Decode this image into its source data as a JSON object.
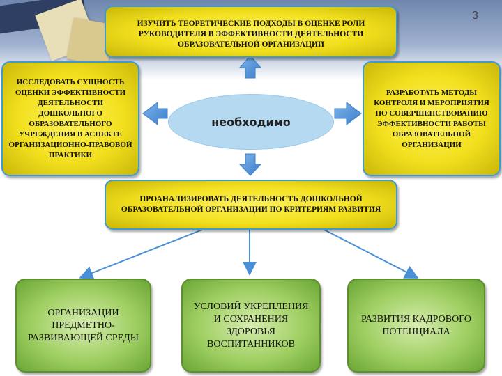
{
  "page_number": "3",
  "center_label": "необходимо",
  "top_box": "ИЗУЧИТЬ ТЕОРЕТИЧЕСКИЕ ПОДХОДЫ В ОЦЕНКЕ РОЛИ РУКОВОДИТЕЛЯ В ЭФФЕКТИВНОСТИ ДЕЯТЕЛЬНОСТИ ОБРАЗОВАТЕЛЬНОЙ ОРГАНИЗАЦИИ",
  "left_box": "ИССЛЕДОВАТЬ СУЩНОСТЬ ОЦЕНКИ ЭФФЕКТИВНОСТИ ДЕЯТЕЛЬНОСТИ ДОШКОЛЬНОГО ОБРАЗОВАТЕЛЬНОГО УЧРЕЖДЕНИЯ В АСПЕКТЕ ОРГАНИЗАЦИОННО-ПРАВОВОЙ ПРАКТИКИ",
  "right_box": "РАЗРАБОТАТЬ МЕТОДЫ КОНТРОЛЯ И МЕРОПРИЯТИЯ ПО СОВЕРШЕНСТВОВАНИЮ ЭФФЕКТИВНОСТИ РАБОТЫ ОБРАЗОВАТЕЛЬНОЙ ОРГАНИЗАЦИИ",
  "bottom_box": "ПРОАНАЛИЗИРОВАТЬ ДЕЯТЕЛЬНОСТЬ ДОШКОЛЬНОЙ ОБРАЗОВАТЕЛЬНОЙ ОРГАНИЗАЦИИ ПО КРИТЕРИЯМ РАЗВИТИЯ",
  "sub_boxes": [
    "ОРГАНИЗАЦИИ ПРЕДМЕТНО-РАЗВИВАЮЩЕЙ СРЕДЫ",
    "УСЛОВИЙ УКРЕПЛЕНИЯ И СОХРАНЕНИЯ ЗДОРОВЬЯ ВОСПИТАННИКОВ",
    "РАЗВИТИЯ КАДРОВОГО ПОТЕНЦИАЛА"
  ],
  "colors": {
    "box_fill": "#f2e01e",
    "box_border": "#3e9ad6",
    "arrow": "#4a90d9",
    "sub_box_fill": "#9fcf62",
    "center_fill": "#b5d9f1"
  }
}
